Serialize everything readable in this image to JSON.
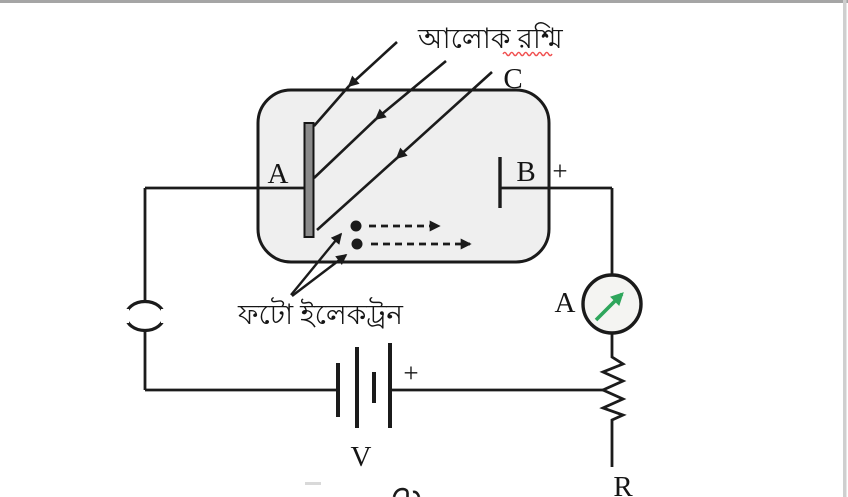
{
  "labels": {
    "light_rays": "আলোক রশ্মি",
    "collector_c": "C",
    "cathode_a": "A",
    "anode_b": "B",
    "anode_plus": "+",
    "photoelectrons": "ফটো ইলেকট্রন",
    "ammeter_a": "A",
    "battery_plus": "+",
    "battery_v": "V",
    "resistor_r": "R"
  },
  "colors": {
    "wire": "#1b1b1b",
    "tube_fill": "#efefef",
    "tube_stroke": "#1a1a1a",
    "plate_fill": "#8a8a8a",
    "plate_stroke": "#141414",
    "meter_fill": "#f4f4f2",
    "needle_green": "#2ea65c",
    "underline_red": "#f05050",
    "top_border": "#a5a5a5",
    "right_border": "#cfcfcf",
    "faint_mark": "#d9d9d9"
  }
}
